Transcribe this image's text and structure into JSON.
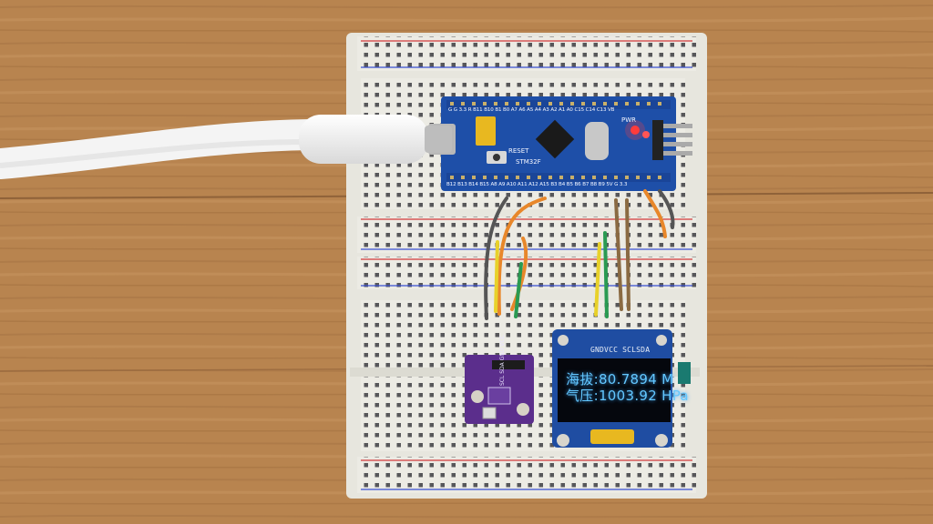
{
  "oled": {
    "header": "GNDVCC SCLSDA",
    "line1": "海拔:80.7894 M",
    "line2": "气压:1003.92 HPa"
  },
  "mcu": {
    "reset_label": "RESET",
    "chip_label": "STM32F",
    "pwr_label": "PWR",
    "top_pins": "G G 3.3 R B11 B10 B1 B0 A7 A6 A5 A4 A3 A2 A1 A0 C15 C14 C13 VB",
    "bottom_pins": "B12 B13 B14 B15 A8 A9 A10 A11 A12 A15 B3 B4 B5 B6 B7 B8 B9 5V G 3.3"
  },
  "sensor": {
    "pins": "SCL SDA GND VCC"
  },
  "colors": {
    "table": "#b8844f",
    "breadboard": "#ecebe4",
    "pcb_blue": "#1e4fa8",
    "sensor_purple": "#5b2e8c",
    "oled_text": "#63c7ff"
  }
}
